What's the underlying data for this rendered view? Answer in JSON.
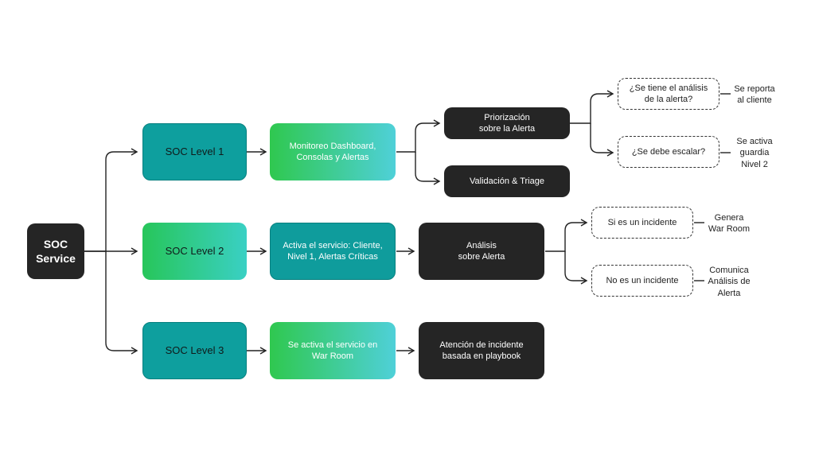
{
  "root": {
    "label": "SOC\nService"
  },
  "levels": {
    "l1": "SOC Level 1",
    "l2": "SOC Level 2",
    "l3": "SOC Level 3"
  },
  "services": {
    "s1": "Monitoreo Dashboard,\nConsolas y Alertas",
    "s2": "Activa el servicio: Cliente,\nNivel 1, Alertas Críticas",
    "s3": "Se activa el servicio en\nWar Room"
  },
  "actions": {
    "priorizacion": "Priorización\nsobre la Alerta",
    "validacion": "Validación & Triage",
    "analisis": "Análisis\nsobre Alerta",
    "atencion": "Atención de incidente\nbasada en playbook"
  },
  "questions": {
    "q1": "¿Se tiene el análisis\nde la alerta?",
    "q2": "¿Se debe escalar?",
    "q3": "Si es un incidente",
    "q4": "No es un incidente"
  },
  "outcomes": {
    "o1": "Se reporta\nal cliente",
    "o2": "Se activa\nguardia\nNivel 2",
    "o3": "Genera\nWar Room",
    "o4": "Comunica\nAnálisis de\nAlerta"
  }
}
